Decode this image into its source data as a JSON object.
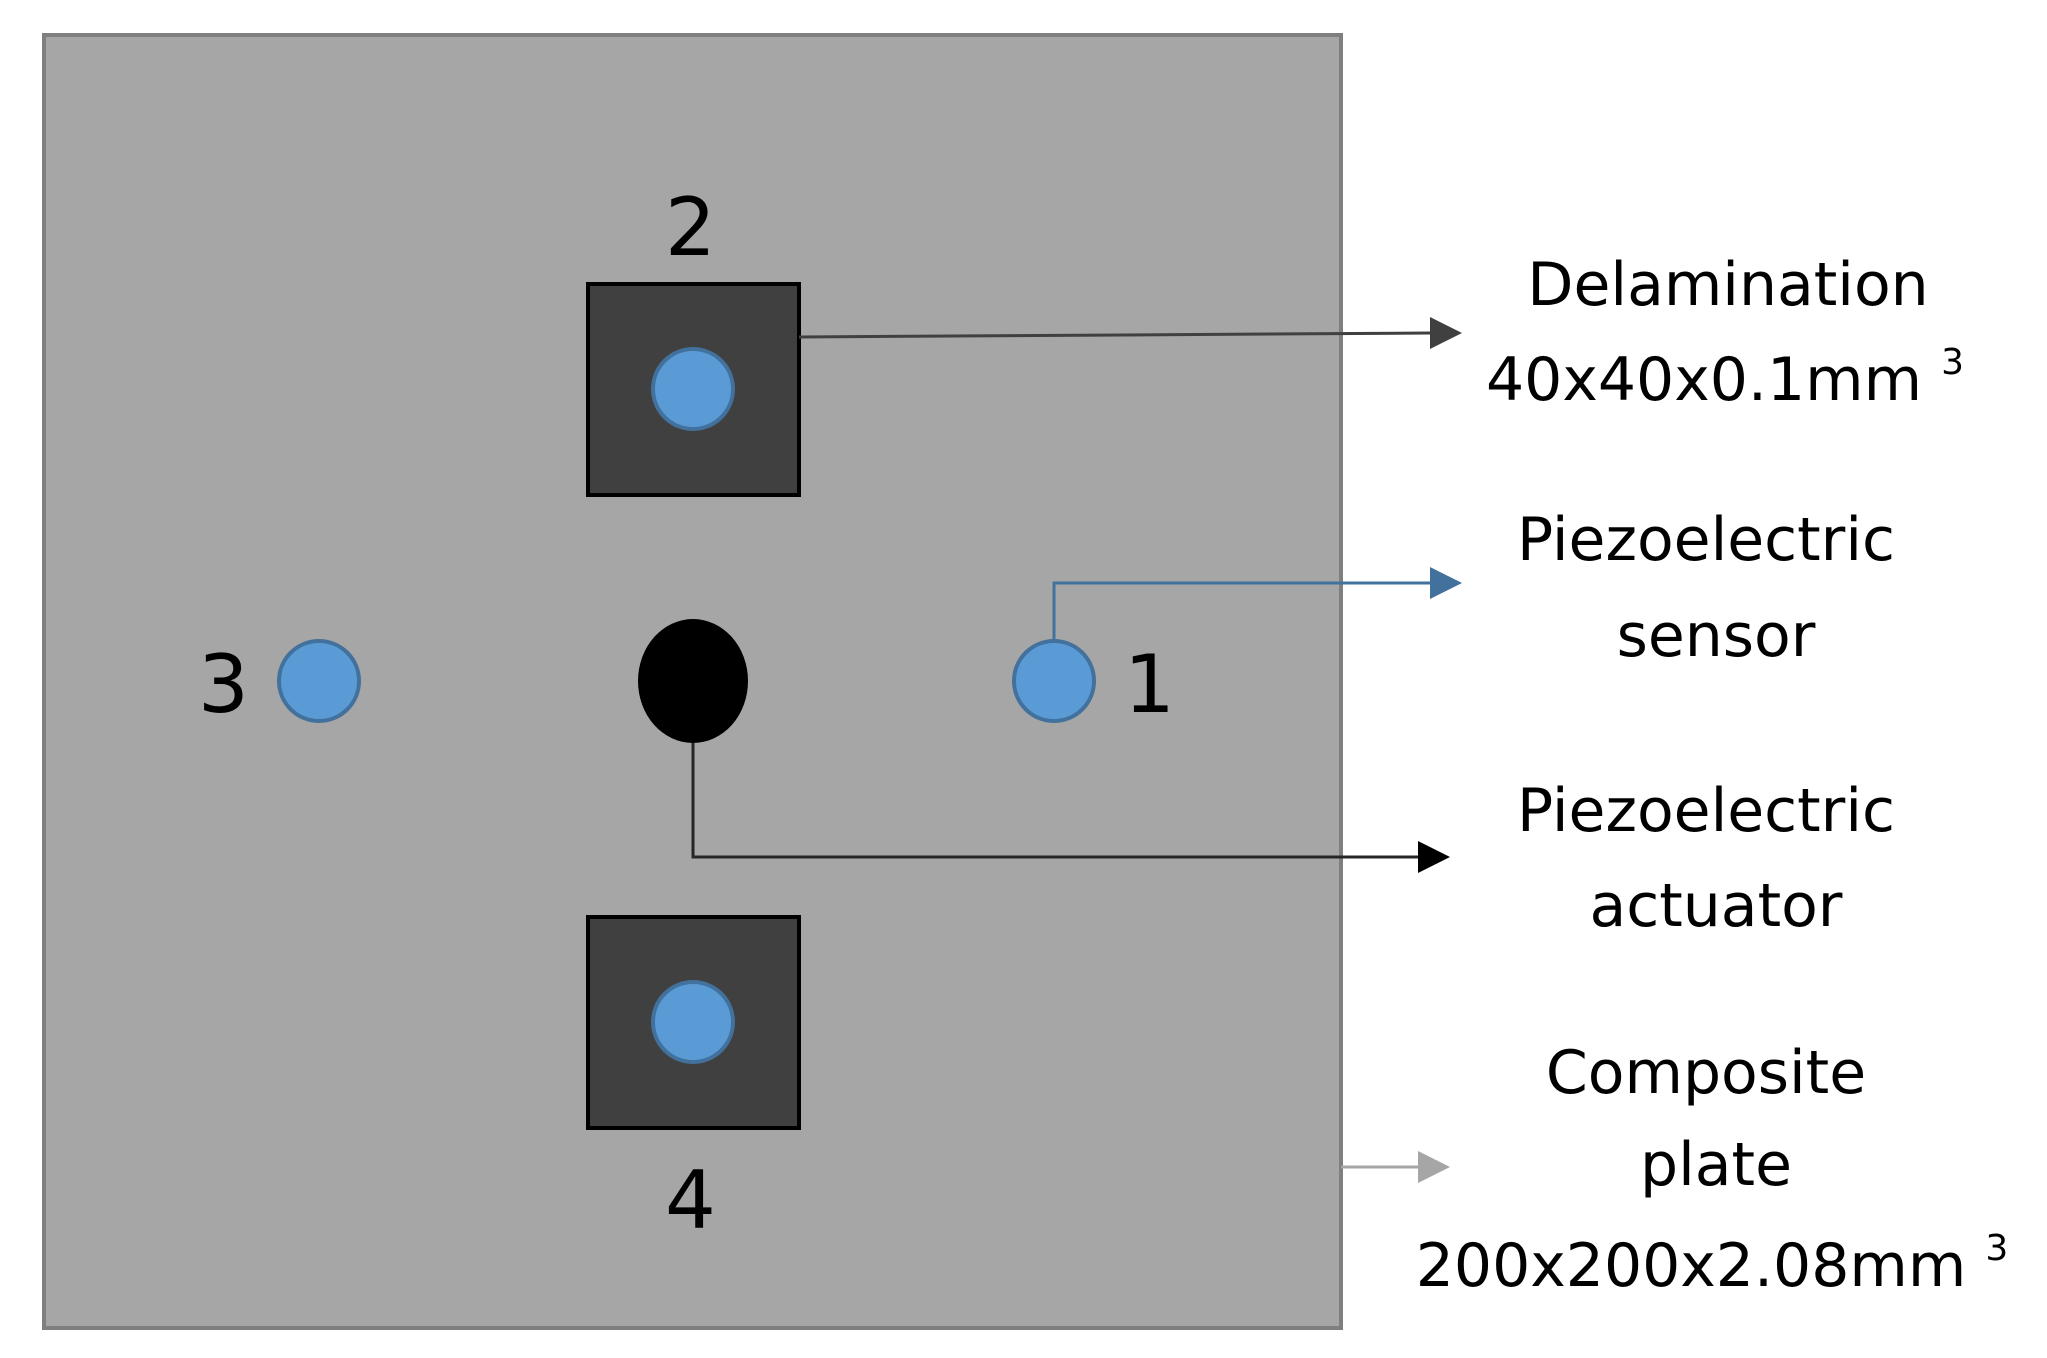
{
  "diagram": {
    "colors": {
      "plate_fill": "#A6A6A6",
      "plate_border": "#7F7F7F",
      "delamination_fill": "#404040",
      "sensor_fill": "#5B9BD5",
      "sensor_border": "#41719C",
      "actuator_fill": "#000000",
      "sensor_arrow": "#41719C",
      "delamination_arrow": "#404040",
      "actuator_arrow": "#262626",
      "plate_arrow": "#A6A6A6"
    },
    "sensors": [
      {
        "number": "1"
      },
      {
        "number": "2"
      },
      {
        "number": "3"
      },
      {
        "number": "4"
      }
    ],
    "legend": {
      "delamination": {
        "line1": "Delamination",
        "line2": "40x40x0.1mm",
        "sup": "3"
      },
      "sensor": {
        "line1": "Piezoelectric",
        "line2": "sensor"
      },
      "actuator": {
        "line1": "Piezoelectric",
        "line2": "actuator"
      },
      "plate": {
        "line1": "Composite",
        "line2": "plate",
        "line3": "200x200x2.08mm",
        "sup": "3"
      }
    }
  }
}
